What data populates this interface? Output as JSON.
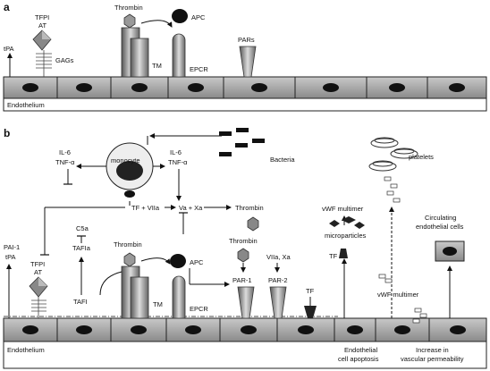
{
  "panel_a": {
    "letter": "a",
    "tfpi": "TFPI",
    "at": "AT",
    "gags": "GAGs",
    "tpa": "tPA",
    "thrombin": "Thrombin",
    "tm": "TM",
    "apc": "APC",
    "epcr": "EPCR",
    "pars": "PARs",
    "endothelium": "Endothelium"
  },
  "panel_b": {
    "letter": "b",
    "monocyte": "monocyte",
    "il6_left": "IL-6",
    "tnf_left": "TNF-α",
    "il6_right": "IL-6",
    "tnf_right": "TNF-α",
    "bacteria": "Bacteria",
    "tf_viia": "TF + VIIa",
    "va_xa": "Va + Xa",
    "thrombin_top": "Thrombin",
    "c5a": "C5a",
    "tafia": "TAFIa",
    "tafi": "TAFI",
    "pai1": "PAI-1",
    "tpa": "tPA",
    "tfpi": "TFPI",
    "at": "AT",
    "thrombin_recep": "Thrombin",
    "tm": "TM",
    "apc": "APC",
    "epcr": "EPCR",
    "thrombin_mid": "Thrombin",
    "viia_xa": "VIIa, Xa",
    "par1": "PAR-1",
    "par2": "PAR-2",
    "tf_cell": "TF",
    "vwf_multimer_top": "vWF multimer",
    "microparticles": "microparticles",
    "tf_micro": "TF",
    "platelets": "platelets",
    "circulating1": "Circulating",
    "circulating2": "endothelial cells",
    "vwf_multimer_bottom": "vWF multimer",
    "endothelium": "Endothelium",
    "apoptosis1": "Endothelial",
    "apoptosis2": "cell apoptosis",
    "permeability1": "Increase in",
    "permeability2": "vascular permeability"
  }
}
